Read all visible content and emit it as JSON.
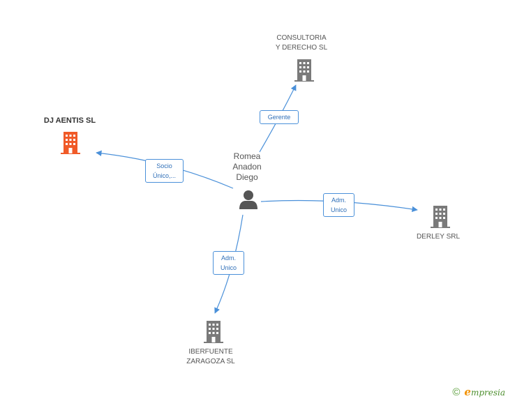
{
  "center": {
    "name_lines": [
      "Romea",
      "Anadon",
      "Diego"
    ],
    "icon": "person-icon"
  },
  "companies": {
    "consultoria": {
      "name_lines": [
        "CONSULTORIA",
        "Y DERECHO SL"
      ],
      "icon": "building-icon"
    },
    "dj_aentis": {
      "name_lines": [
        "DJ AENTIS SL"
      ],
      "icon": "building-icon",
      "highlight": true
    },
    "derley": {
      "name_lines": [
        "DERLEY SRL"
      ],
      "icon": "building-icon"
    },
    "iberfuente": {
      "name_lines": [
        "IBERFUENTE",
        "ZARAGOZA SL"
      ],
      "icon": "building-icon"
    }
  },
  "relations": {
    "consultoria": [
      "Gerente"
    ],
    "dj_aentis": [
      "Socio",
      "Único,..."
    ],
    "derley": [
      "Adm.",
      "Unico"
    ],
    "iberfuente": [
      "Adm.",
      "Unico"
    ]
  },
  "colors": {
    "edge": "#4a90d9",
    "building": "#7a7a7a",
    "building_highlight": "#f05a28",
    "person": "#555555"
  },
  "footer": {
    "copyright_symbol": "©",
    "brand_initial": "e",
    "brand_rest": "mpresia"
  }
}
